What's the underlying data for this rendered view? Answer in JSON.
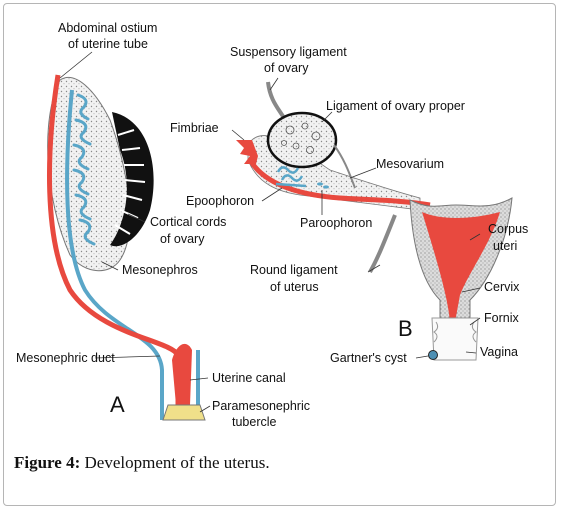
{
  "panel_a": {
    "letter": "A",
    "labels": {
      "abdominal_ostium_1": "Abdominal ostium",
      "abdominal_ostium_2": "of uterine tube",
      "cortical_cords_1": "Cortical cords",
      "cortical_cords_2": "of ovary",
      "mesonephros": "Mesonephros",
      "mesonephric_duct": "Mesonephric duct",
      "uterine_canal": "Uterine canal",
      "paramesonephric_1": "Paramesonephric",
      "paramesonephric_2": "tubercle"
    }
  },
  "panel_b": {
    "letter": "B",
    "labels": {
      "suspensory_1": "Suspensory ligament",
      "suspensory_2": "of ovary",
      "ligament_ovary_proper": "Ligament of ovary proper",
      "fimbriae": "Fimbriae",
      "mesovarium": "Mesovarium",
      "epoophoron": "Epoophoron",
      "paroophoron": "Paroophoron",
      "corpus_1": "Corpus",
      "corpus_2": "uteri",
      "round_ligament_1": "Round ligament",
      "round_ligament_2": "of uterus",
      "cervix": "Cervix",
      "fornix": "Fornix",
      "gartner": "Gartner's cyst",
      "vagina": "Vagina"
    }
  },
  "caption": {
    "label": "Figure 4:",
    "text": " Development of the uterus."
  },
  "colors": {
    "red": "#e8493f",
    "blue": "#5aa6c8",
    "tissue": "#e6e6e6",
    "ovary_dark": "#111111"
  }
}
